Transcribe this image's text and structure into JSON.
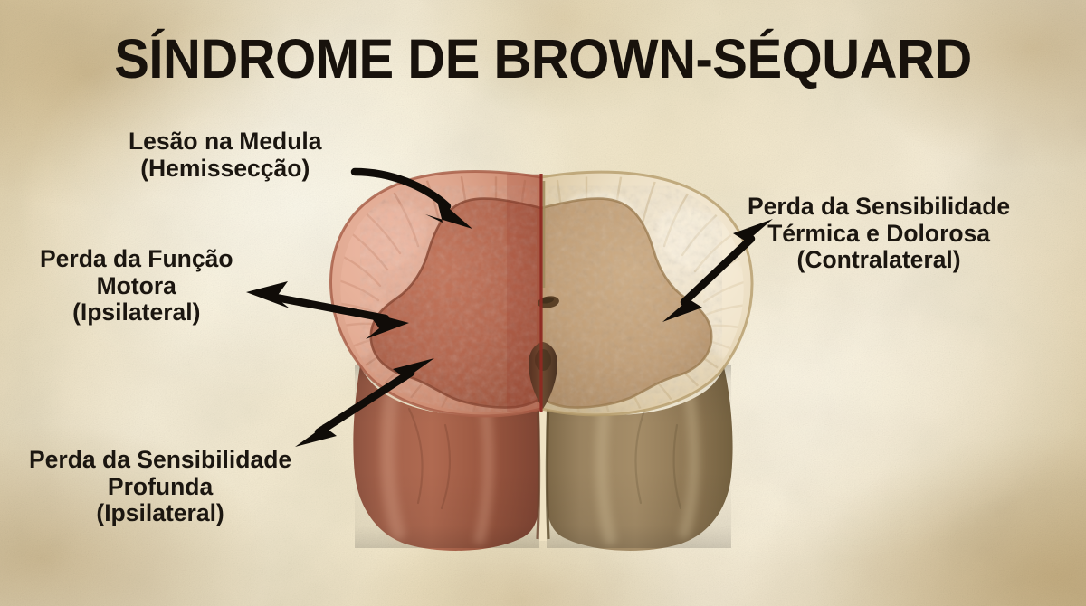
{
  "page": {
    "title": "SÍNDROME DE BROWN-SÉQUARD",
    "subject": "Corte transversal da medula espinhal com hemissecção",
    "background_color": "#f3e8cc",
    "text_color": "#1b1610"
  },
  "labels": {
    "lesion": {
      "line1": "Lesão na Medula",
      "line2": "(Hemissecção)",
      "line3": ""
    },
    "motor": {
      "line1": "Perda da Função",
      "line2": "Motora",
      "line3": "(Ipsilateral)"
    },
    "deep": {
      "line1": "Perda da Sensibilidade",
      "line2": "Profunda",
      "line3": "(Ipsilateral)"
    },
    "thermal": {
      "line1": "Perda da Sensibilidade",
      "line2": "Térmica e Dolorosa",
      "line3": "(Contralateral)"
    }
  },
  "anatomy": {
    "lesioned_side": "esquerda",
    "normal_side": "direita",
    "hemisection_line_color": "#8e2a22",
    "left_white_matter_color": "#dda18b",
    "left_gray_matter_color": "#b4674f",
    "left_body_color": "#9d5a45",
    "right_white_matter_color": "#ece0c6",
    "right_gray_matter_color": "#c2a079",
    "right_body_color": "#9a8360",
    "arrow_color": "#100c08",
    "central_canal": "canal central",
    "anterior_fissure": "fissura mediana anterior",
    "posterior_sulcus": "sulco mediano posterior"
  },
  "arrows": [
    {
      "name": "lesion-arrow",
      "style": "curved",
      "heads": "single",
      "from": "Lesão na Medula",
      "to": "corno posterior esquerdo"
    },
    {
      "name": "motor-arrow",
      "style": "straight",
      "heads": "double",
      "from": "Perda da Função Motora",
      "to": "substância branca lateral esquerda"
    },
    {
      "name": "deep-arrow",
      "style": "straight",
      "heads": "double",
      "from": "Perda da Sensibilidade Profunda",
      "to": "coluna posterior esquerda"
    },
    {
      "name": "thermal-arrow",
      "style": "straight",
      "heads": "double",
      "from": "Perda da Sensibilidade Térmica e Dolorosa",
      "to": "substância branca lateral direita"
    }
  ]
}
